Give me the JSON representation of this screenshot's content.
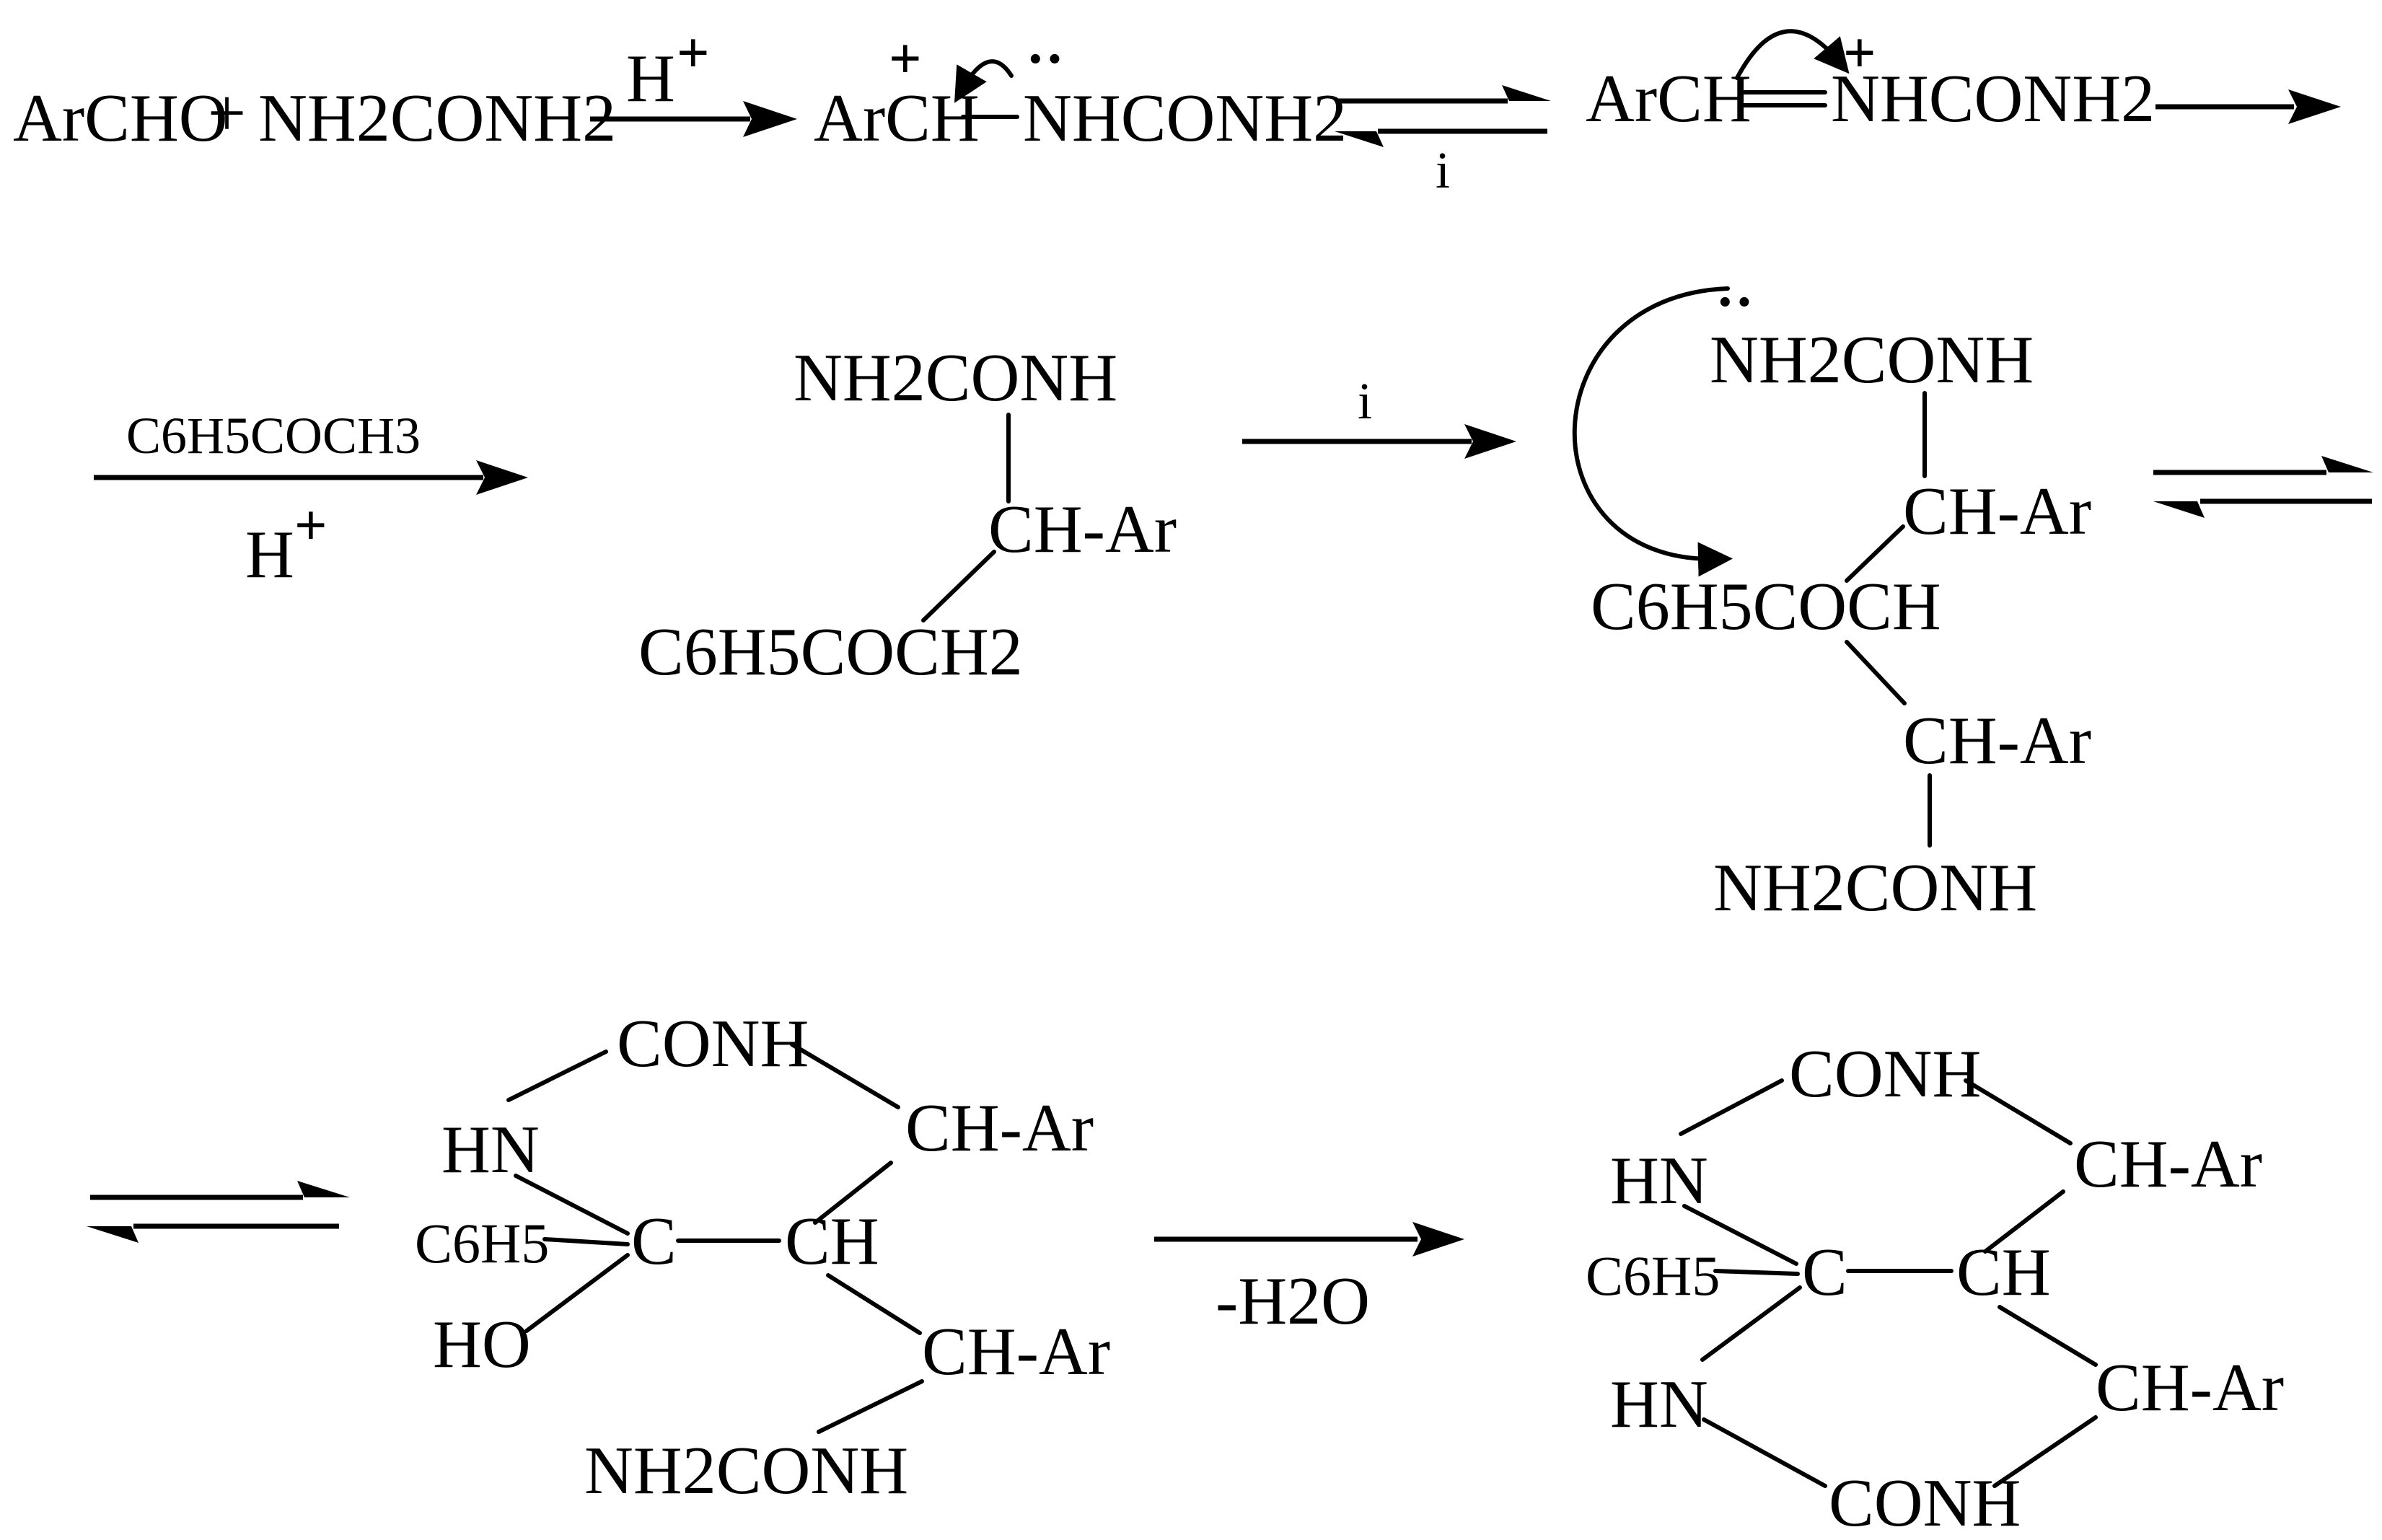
{
  "scheme": {
    "row1": {
      "reactants": "ArCHO",
      "plus": "+",
      "urea": "NH2CONH2",
      "reagent_h": "H",
      "reagent_plus": "+",
      "cation_aryl": "ArCH",
      "cation_plus": "+",
      "cation_amide": "NHCONH2",
      "lone_pair": "··",
      "eq_label": "i",
      "iminium_aryl": "ArCH",
      "iminium_amide": "NHCONH2",
      "iminium_plus": "+"
    },
    "row2": {
      "reagent_top": "C6H5COCH3",
      "reagent_bottom_h": "H",
      "reagent_bottom_plus": "+",
      "adduct_urea": "NH2CONH",
      "adduct_ch": "CH-Ar",
      "adduct_ketone": "C6H5COCH2",
      "step_label": "i",
      "int2_lone_pair": "··",
      "int2_urea_top": "NH2CONH",
      "int2_ch_top": "CH-Ar",
      "int2_ketone": "C6H5COCH",
      "int2_ch_bottom": "CH-Ar",
      "int2_urea_bottom": "NH2CONH"
    },
    "row3": {
      "cyc_conh": "CONH",
      "cyc_hn": "HN",
      "cyc_ch_ar_top": "CH-Ar",
      "cyc_c6h5": "C6H5",
      "cyc_c": "C",
      "cyc_ch": "CH",
      "cyc_ho": "HO",
      "cyc_ch_ar_bottom": "CH-Ar",
      "cyc_urea": "NH2CONH",
      "dehydration_label": "-H2O",
      "prod_conh_top": "CONH",
      "prod_hn_top": "HN",
      "prod_ch_ar_top": "CH-Ar",
      "prod_c6h5": "C6H5",
      "prod_c": "C",
      "prod_ch": "CH",
      "prod_hn_bottom": "HN",
      "prod_ch_ar_bottom": "CH-Ar",
      "prod_conh_bottom": "CONH"
    }
  }
}
